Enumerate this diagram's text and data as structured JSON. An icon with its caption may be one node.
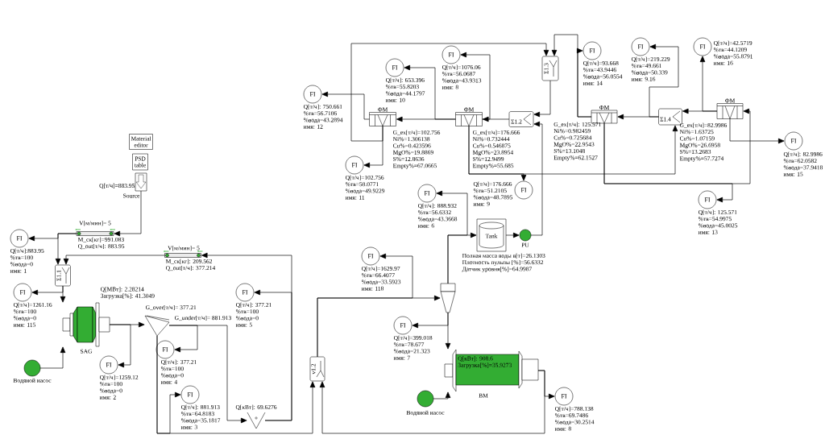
{
  "diagram": {
    "nodes": [
      {
        "text": [
          "Material editor"
        ]
      },
      {
        "text": [
          "PSD table"
        ]
      },
      {
        "text": [],
        "shape": "box",
        "beside": [
          "Q[т/ч]=883.95",
          "Source"
        ]
      },
      {
        "text": [],
        "shape": "bar",
        "beside": [
          "V[м/мин]= 5",
          "M_ск[кг]=991.083",
          "Q_out[т/ч]: 883.95"
        ]
      },
      {
        "text": [
          "FI"
        ],
        "beside": [
          "Q[т/ч]:883.95",
          "%тв=100",
          "%вода=0",
          "имя: 1"
        ]
      },
      {
        "text": [],
        "shape": "bar",
        "beside": [
          "V[м/мин]= 5",
          "M_ск[кг]: 209.562",
          "Q_out[т/ч]: 377.214"
        ]
      },
      {
        "text": [
          "Σ1.1"
        ]
      },
      {
        "text": [
          "FI"
        ],
        "beside": [
          "Q[т/ч]=1261.16",
          "%тв=100",
          "%вода=0",
          "имя: 115"
        ]
      },
      {
        "text": [],
        "shape": "circle",
        "beside": [
          "Водяной насос"
        ]
      },
      {
        "text": [],
        "shape": "cylinder",
        "beside": [
          "Q[МВт]: 2.28214",
          "Загрузка[%]: 41.3049",
          "SAG"
        ]
      },
      {
        "text": [
          "FI"
        ],
        "beside": [
          "Q[т/ч]=1259.12",
          "%тв=100",
          "%вода=0",
          "имя: 2"
        ]
      },
      {
        "text": [],
        "shape": "triangle",
        "beside": [
          "G_over[т/ч]= 377.21",
          "G_under[т/ч]= 881.913"
        ]
      },
      {
        "text": [
          "FI"
        ],
        "beside": [
          "Q[т/ч]: 377.21",
          "%тв=100",
          "%вода=0",
          "имя: 4"
        ]
      },
      {
        "text": [
          "FI"
        ],
        "beside": [
          "Q[т/ч]: 377.21",
          "%тв=100",
          "%вода=0",
          "имя: 5"
        ]
      },
      {
        "text": [
          "FI"
        ],
        "beside": [
          "Q[т/ч]: 881.913",
          "%тв=64.8183",
          "%вода=35.1817",
          "имя: 3"
        ]
      },
      {
        "text": [
          "Q[кВт]: 69.6276"
        ]
      },
      {
        "text": [
          "v1.2"
        ]
      },
      {
        "text": [
          "FI"
        ],
        "beside": [
          "Q[т/ч]=1629.97",
          "%тв=66.4077",
          "%вода=33.5923",
          "имя: 118"
        ]
      },
      {
        "text": [],
        "shape": "cone"
      },
      {
        "text": [
          "FI"
        ],
        "beside": [
          "Q[т/ч]: 888.932",
          "%тв=56.6332",
          "%вода=43.3668",
          "имя: 6"
        ]
      },
      {
        "text": [
          "Tank"
        ],
        "beside": [
          "Полная масса воды в[т]=26.1303",
          "Плотность пульпы [%]=56.6332",
          "Датчик уровня[%]=64.9987"
        ]
      },
      {
        "text": [],
        "shape": "circle",
        "beside": [
          "PU"
        ]
      },
      {
        "text": [
          "FI"
        ],
        "beside": [
          "Q[т/ч]=399.018",
          "%тв=78.677",
          "%вода=21.323",
          "имя: 7"
        ]
      },
      {
        "text": [
          "Q[кВт]: 908.6",
          "Загрузка[%]=35.9273"
        ],
        "beside": [
          "BM"
        ]
      },
      {
        "text": [],
        "shape": "circle",
        "beside": [
          "Водяной насос"
        ]
      },
      {
        "text": [
          "FI"
        ],
        "beside": [
          "Q[т/ч]=788.138",
          "%тв=69.7486",
          "%вода=30.2514",
          "имя: 8"
        ]
      },
      {
        "text": [
          "FI"
        ],
        "beside": [
          "Q[т/ч]: 750.661",
          "%тв=56.7106",
          "%вода=43.2894",
          "имя: 12"
        ]
      },
      {
        "text": [
          "FI"
        ],
        "beside": [
          "Q[т/ч]: 653.396",
          "%тв=55.8203",
          "%вода=44.1797",
          "имя: 10"
        ]
      },
      {
        "text": [
          "FI"
        ],
        "beside": [
          "Q[т/ч]=102.756",
          "%тв=50.0771",
          "%вода=49.9229",
          "имя: 11"
        ]
      },
      {
        "text": [
          "ФМ"
        ],
        "beside": [
          "G_ex[т/ч]=102.756",
          "Ni%=1.306138",
          "Cu%=0.423596",
          "MgO%=19.8869",
          "S%=12.8636",
          "Empty%=67.0665"
        ]
      },
      {
        "text": [
          "FI"
        ],
        "beside": [
          "Q[т/ч]=1076.06",
          "%тв=56.0687",
          "%вода=43.9313",
          "имя: 8"
        ]
      },
      {
        "text": [
          "ФМ"
        ],
        "beside": [
          "G_ex[т/ч]=176.666",
          "Ni%=0.732444",
          "Cu%=0.546875",
          "MgO%=23.8954",
          "S%=12.9499",
          "Empty%=55.685"
        ]
      },
      {
        "text": [
          "Σ1.2"
        ]
      },
      {
        "text": [
          "Σ1.3"
        ]
      },
      {
        "text": [
          "FI"
        ],
        "beside": [
          "Q[т/ч]=176.666",
          "%тв=51.2105",
          "%вода=48.7895",
          "имя: 9"
        ]
      },
      {
        "text": [
          "FI"
        ],
        "beside": [
          "Q[т/ч]=93.668",
          "%тв=43.9446",
          "%вода=56.0554",
          "имя: 14"
        ]
      },
      {
        "text": [
          "FI"
        ],
        "beside": [
          "Q[т/ч]=219.229",
          "%тв=49.661",
          "%вода=50.339",
          "имя: 9.16"
        ]
      },
      {
        "text": [
          "ФМ"
        ],
        "beside": [
          "G_ex[т/ч]: 125.571",
          "Ni%=0.982459",
          "Cu%=0.725684",
          "MgO%=22.9543",
          "S%=13.1048",
          "Empty%=62.1527"
        ]
      },
      {
        "text": [
          "Σ1.4"
        ]
      },
      {
        "text": [
          "FI"
        ],
        "beside": [
          "Q[т/ч]=42.5719",
          "%тв=44.1209",
          "%вода=55.8791",
          "имя: 16"
        ]
      },
      {
        "text": [
          "ФМ"
        ],
        "beside": [
          "G_ex[т/ч]=82.9986",
          "Ni%=1.63725",
          "Cu%=1.07159",
          "MgO%=26.6958",
          "S%=13.2683",
          "Empty%=57.7274"
        ]
      },
      {
        "text": [
          "FI"
        ],
        "beside": [
          "Q[т/ч]: 82.9986",
          "%тв=62.0582",
          "%вода=37.9418",
          "имя: 15"
        ]
      },
      {
        "text": [
          "FI"
        ],
        "beside": [
          "Q[т/ч]: 125.571",
          "%тв=54.9975",
          "%вода=45.0025",
          "имя: 13"
        ]
      }
    ],
    "edges": [
      {
        "from": 2,
        "to": 3,
        "arrow": "to"
      },
      {
        "from": 3,
        "to": 6,
        "arrow": "to"
      },
      {
        "from": 3,
        "to": 4,
        "arrow": "to"
      },
      {
        "from": 5,
        "to": 6,
        "arrow": "to"
      },
      {
        "from": 6,
        "to": 9,
        "arrow": "to"
      },
      {
        "from": 6,
        "to": 7,
        "arrow": "to"
      },
      {
        "from": 8,
        "to": 9,
        "arrow": "to"
      },
      {
        "from": 9,
        "to": 11,
        "arrow": "to"
      },
      {
        "from": 9,
        "to": 10,
        "arrow": "to"
      },
      {
        "from": 11,
        "to": 12,
        "arrow": "to"
      },
      {
        "from": 11,
        "to": 15,
        "arrow": "to"
      },
      {
        "from": 11,
        "to": 16,
        "arrow": "to"
      },
      {
        "from": 11,
        "to": 14,
        "arrow": "to"
      },
      {
        "from": 15,
        "to": 5,
        "arrow": "to"
      },
      {
        "from": 15,
        "to": 13,
        "arrow": "to"
      },
      {
        "from": 16,
        "to": 18,
        "arrow": "to"
      },
      {
        "from": 16,
        "to": 17,
        "arrow": "to"
      },
      {
        "from": 18,
        "to": 20,
        "arrow": "to"
      },
      {
        "from": 18,
        "to": 19,
        "arrow": "to"
      },
      {
        "from": 18,
        "to": 23,
        "arrow": "to"
      },
      {
        "from": 18,
        "to": 22,
        "arrow": "to"
      },
      {
        "from": 23,
        "to": 16,
        "arrow": "to"
      },
      {
        "from": 23,
        "to": 25,
        "arrow": "to"
      },
      {
        "from": 24,
        "to": 23,
        "arrow": "to"
      },
      {
        "from": 20,
        "to": 21,
        "arrow": "to"
      },
      {
        "from": 21,
        "to": 32,
        "arrow": "to"
      },
      {
        "from": 33,
        "to": 32,
        "arrow": "to"
      },
      {
        "from": 32,
        "to": 31,
        "arrow": "to"
      },
      {
        "from": 31,
        "to": 30,
        "arrow": "to"
      },
      {
        "from": 31,
        "to": 29,
        "arrow": "to"
      },
      {
        "from": 31,
        "to": 27,
        "arrow": "to"
      },
      {
        "from": 31,
        "to": 38,
        "arrow": "to"
      },
      {
        "from": 31,
        "to": 34,
        "arrow": "to"
      },
      {
        "from": 29,
        "to": 26,
        "arrow": "to"
      },
      {
        "from": 29,
        "to": 33,
        "arrow": "to"
      },
      {
        "from": 29,
        "to": 28,
        "arrow": "to"
      },
      {
        "from": 38,
        "to": 37,
        "arrow": "to"
      },
      {
        "from": 38,
        "to": 36,
        "arrow": "to"
      },
      {
        "from": 37,
        "to": 33,
        "arrow": "to"
      },
      {
        "from": 37,
        "to": 35,
        "arrow": "to"
      },
      {
        "from": 37,
        "to": 40,
        "arrow": "to"
      },
      {
        "from": 37,
        "to": 42,
        "arrow": "to"
      },
      {
        "from": 40,
        "to": 38,
        "arrow": "to"
      },
      {
        "from": 40,
        "to": 39,
        "arrow": "to"
      },
      {
        "from": 40,
        "to": 41,
        "arrow": "to"
      }
    ]
  }
}
